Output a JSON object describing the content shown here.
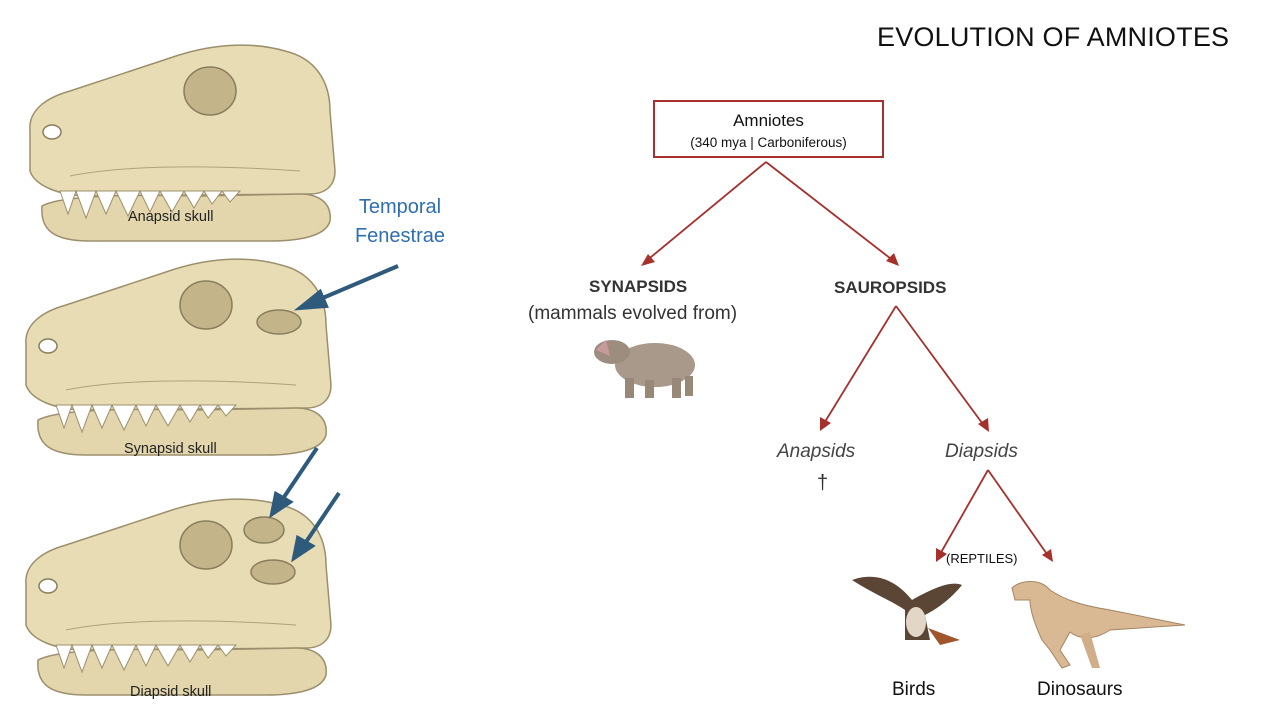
{
  "title": "EVOLUTION OF AMNIOTES",
  "skulls": [
    {
      "caption": "Anapsid skull"
    },
    {
      "caption": "Synapsid skull"
    },
    {
      "caption": "Diapsid skull"
    }
  ],
  "temporal_label_line1": "Temporal",
  "temporal_label_line2": "Fenestrae",
  "tree": {
    "root_title": "Amniotes",
    "root_sub": "(340 mya | Carboniferous)",
    "synapsids": "SYNAPSIDS",
    "synapsids_note": "(mammals evolved from)",
    "sauropsids": "SAUROPSIDS",
    "anapsids": "Anapsids",
    "extinct_mark": "†",
    "diapsids": "Diapsids",
    "reptiles": "(REPTILES)",
    "birds": "Birds",
    "dinosaurs": "Dinosaurs"
  },
  "colors": {
    "tree_line": "#a5302c",
    "blue_arrow": "#2e5a7c",
    "temporal_text": "#2f6fae",
    "skull_bone": "#e8dcb5"
  },
  "icons": [
    "anapsid-skull",
    "synapsid-skull",
    "diapsid-skull",
    "hippo",
    "hawk",
    "dinosaur"
  ]
}
